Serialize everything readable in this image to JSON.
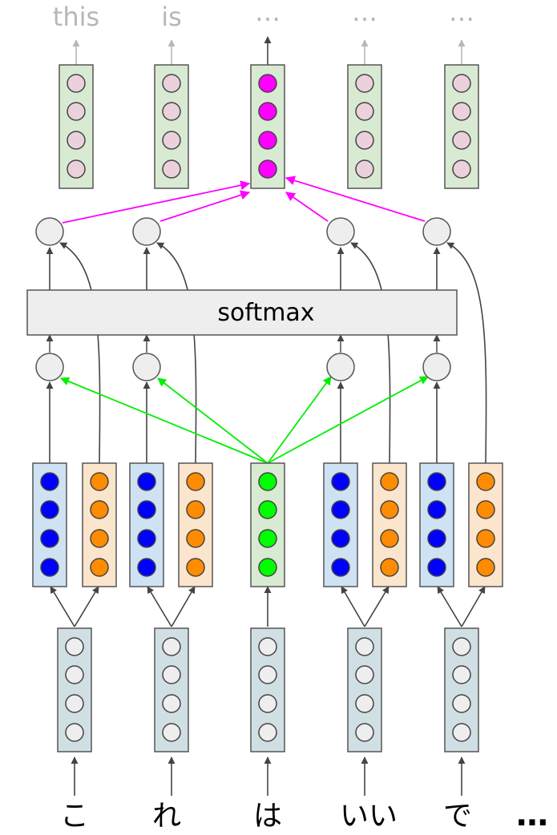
{
  "output_words": [
    "this",
    "is",
    "…",
    "…",
    "…"
  ],
  "source_chars": [
    "こ",
    "れ",
    "は",
    "いい",
    "で"
  ],
  "trailing_ellipsis": "…",
  "softmax_label": "softmax",
  "colors": {
    "output_box": "#d9ead3",
    "output_unit": "#ead1dc",
    "output_unit_active": "#ff00ff",
    "output_word_faded": "#b7b7b7",
    "fwd_box": "#cfe2f3",
    "fwd_unit": "#0000ff",
    "bwd_box": "#fce5cd",
    "bwd_unit": "#ff8c00",
    "query_box": "#d9ead3",
    "query_unit": "#00ff00",
    "embed_box": "#d0dfe3",
    "unit_grey": "#eeeeee",
    "softmax_box": "#eeeeee",
    "attention_arrow": "#00ee00",
    "context_arrow": "#ff00ff",
    "dark_arrow": "#444444"
  }
}
